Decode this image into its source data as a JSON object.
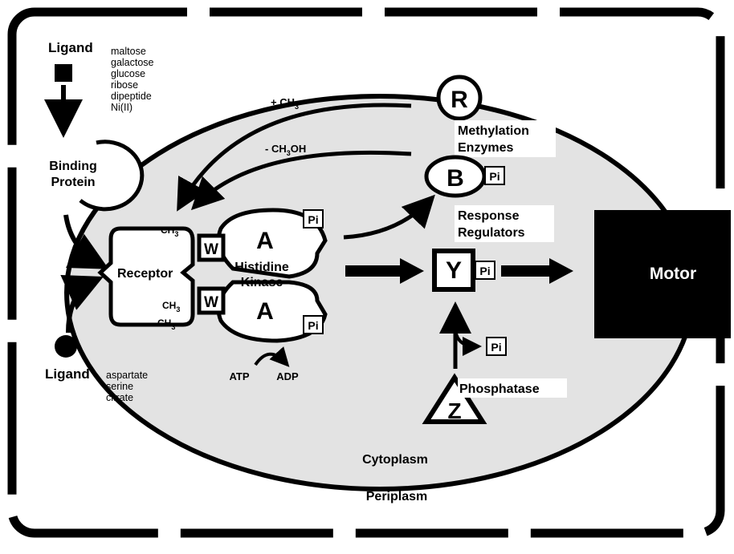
{
  "ligand_top": {
    "label": "Ligand",
    "items": [
      "maltose",
      "galactose",
      "glucose",
      "ribose",
      "dipeptide",
      "Ni(II)"
    ]
  },
  "ligand_bottom": {
    "label": "Ligand",
    "items": [
      "aspartate",
      "serine",
      "citrate"
    ]
  },
  "binding_protein": {
    "line1": "Binding",
    "line2": "Protein"
  },
  "receptor": {
    "label": "Receptor",
    "ch3": "CH",
    "ch3_sub": "3"
  },
  "cheW": "W",
  "cheA": {
    "letter": "A",
    "line1": "Histidine",
    "line2": "Kinase",
    "pi": "Pi"
  },
  "atp": "ATP",
  "adp": "ADP",
  "methylation": {
    "add": "+ CH",
    "add_sub": "3",
    "remove": "- CH",
    "remove_sub": "3",
    "remove_tail": "OH",
    "enzyme_r": "R",
    "enzyme_b": "B",
    "line1": "Methylation",
    "line2": "Enzymes",
    "pi": "Pi"
  },
  "response_regulators": {
    "line1": "Response",
    "line2": "Regulators",
    "letter": "Y",
    "pi": "Pi"
  },
  "phosphatase": {
    "label": "Phosphatase",
    "letter": "Z",
    "pi": "Pi"
  },
  "motor": "Motor",
  "cytoplasm": "Cytoplasm",
  "periplasm": "Periplasm"
}
